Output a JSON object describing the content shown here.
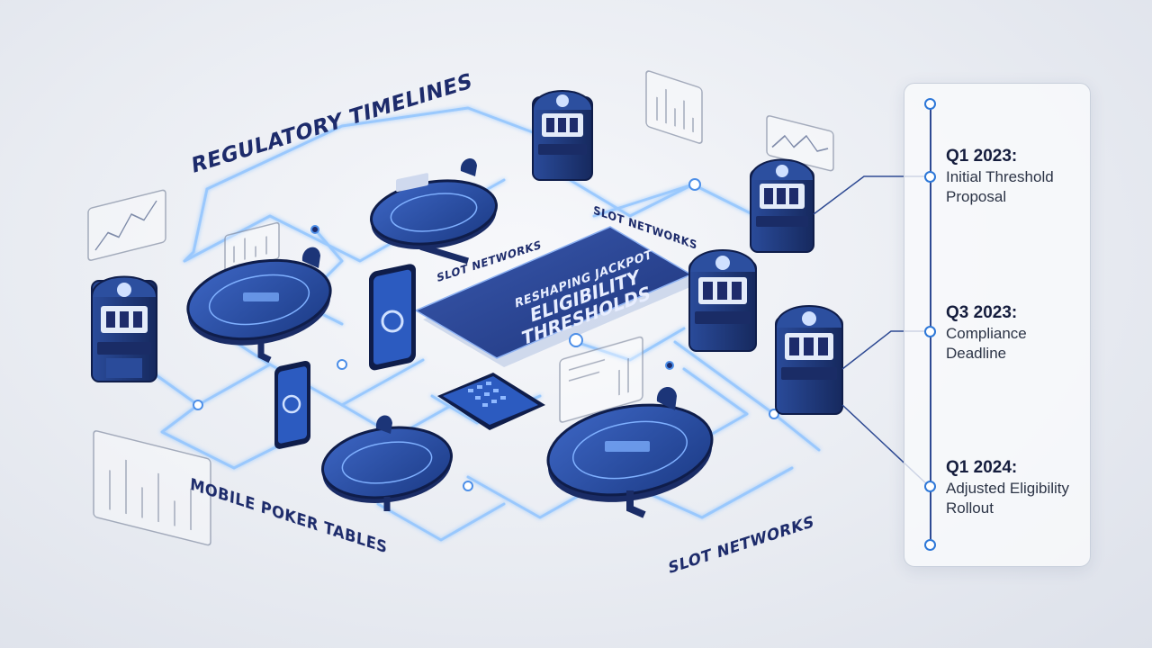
{
  "labels": {
    "regulatory_timelines": "REGULATORY TIMELINES",
    "mobile_poker_tables": "MOBILE POKER TABLES",
    "slot_networks_a": "SLOT NETWORKS",
    "slot_networks_b": "SLOT NETWORKS",
    "slot_networks_c": "SLOT NETWORKS"
  },
  "center_title": {
    "line1": "RESHAPING JACKPOT",
    "line2": "ELIGIBILITY",
    "line3": "THRESHOLDS"
  },
  "timeline": {
    "entries": [
      {
        "date": "Q1 2023:",
        "desc_1": "Initial Threshold",
        "desc_2": "Proposal"
      },
      {
        "date": "Q3 2023:",
        "desc_1": "Compliance",
        "desc_2": "Deadline"
      },
      {
        "date": "Q1 2024:",
        "desc_1": "Adjusted Eligibility",
        "desc_2": "Rollout"
      }
    ]
  },
  "colors": {
    "navy": "#1d2b6b",
    "device_blue": "#24468f",
    "glow": "#5fa8ff",
    "accent": "#2e78d8"
  }
}
